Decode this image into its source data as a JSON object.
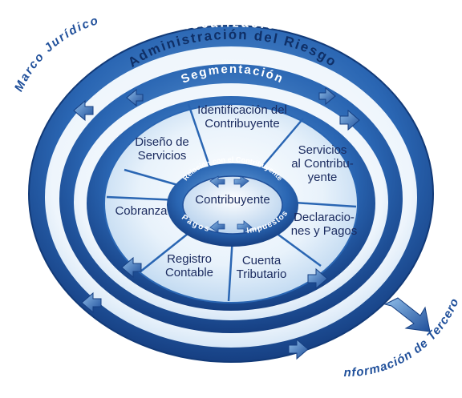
{
  "diagram": {
    "outer_left_label": "Marco Jurídico",
    "outer_right_label": "Información de Terceros",
    "rings": {
      "outer": "Fiscalización",
      "second": "Administración del Riesgo",
      "third": "Segmentación"
    },
    "segments": [
      {
        "id": "identificacion",
        "lines": [
          "Identificación del",
          "Contribuyente"
        ]
      },
      {
        "id": "servicios",
        "lines": [
          "Servicios",
          "al Contribu-",
          "yente"
        ]
      },
      {
        "id": "declaraciones",
        "lines": [
          "Declaracio-",
          "nes y Pagos"
        ]
      },
      {
        "id": "cuenta",
        "lines": [
          "Cuenta",
          "Tributario"
        ]
      },
      {
        "id": "registro",
        "lines": [
          "Registro",
          "Contable"
        ]
      },
      {
        "id": "cobranza",
        "lines": [
          "Cobranza"
        ]
      },
      {
        "id": "diseno",
        "lines": [
          "Diseño de",
          "Servicios"
        ]
      }
    ],
    "inner_ring": {
      "top": "Relación con el Contribuyente",
      "bottom_left": "Pagos",
      "bottom_right": "Impuestos"
    },
    "center": "Contribuyente",
    "colors": {
      "dark_blue": "#1f4f9a",
      "mid_blue": "#3a7cc8",
      "light_blue": "#9cc4ec",
      "text_navy": "#1a2a5e"
    }
  }
}
